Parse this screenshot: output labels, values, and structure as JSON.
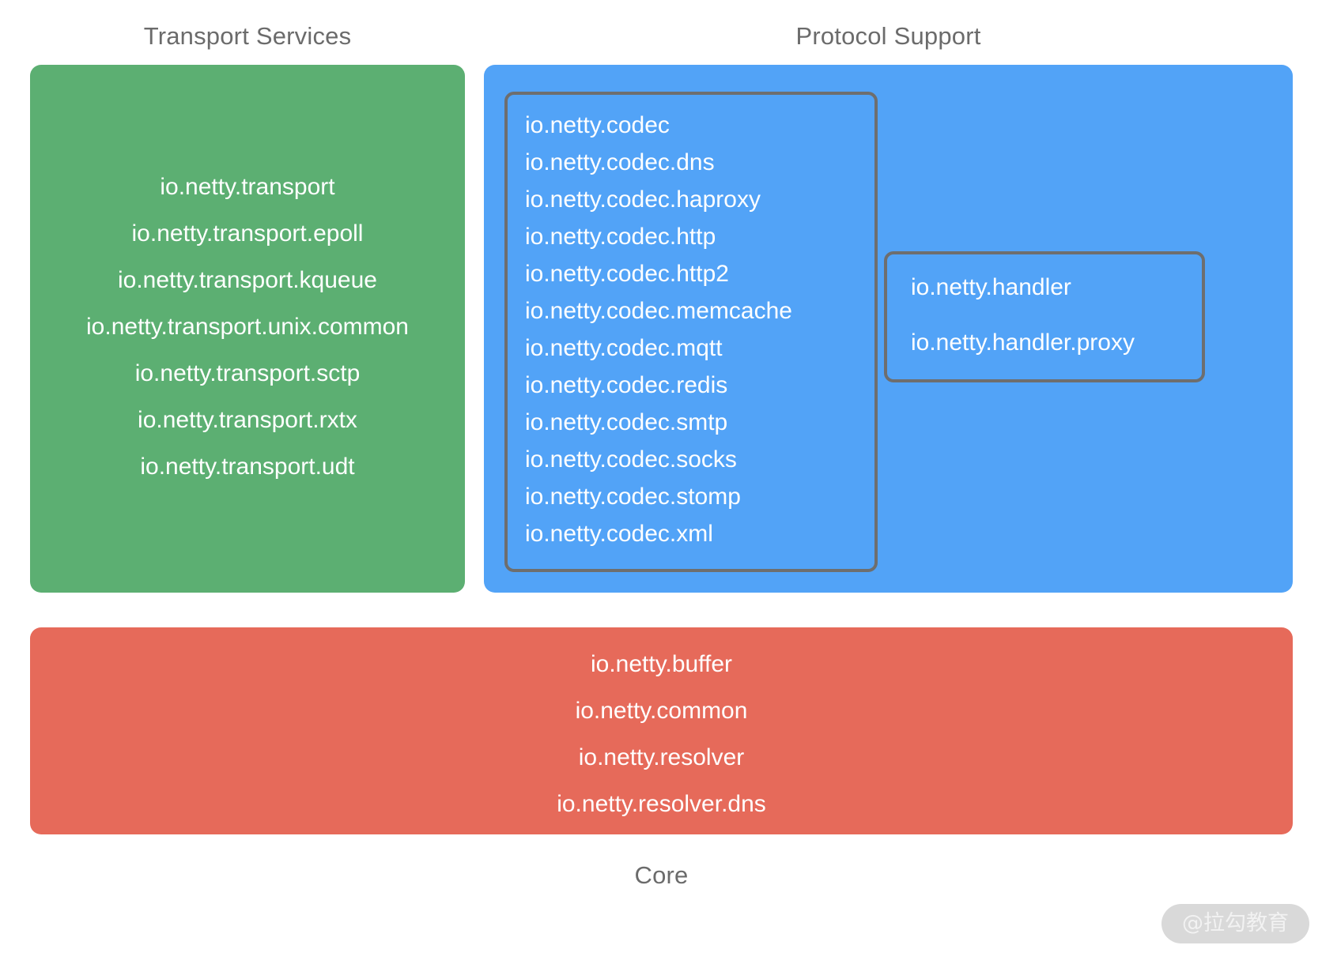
{
  "diagram": {
    "title_transport": "Transport Services",
    "title_protocol": "Protocol Support",
    "title_core": "Core"
  },
  "colors": {
    "transport_panel": "#5caf72",
    "protocol_panel": "#52a3f7",
    "core_panel": "#e66a5a",
    "subgroup_border": "#6e6e6e",
    "heading_text": "#6b6b6b",
    "package_text": "#ffffff",
    "watermark_pill": "#d9d9d9"
  },
  "transport": {
    "packages": [
      "io.netty.transport",
      "io.netty.transport.epoll",
      "io.netty.transport.kqueue",
      "io.netty.transport.unix.common",
      "io.netty.transport.sctp",
      "io.netty.transport.rxtx",
      "io.netty.transport.udt"
    ]
  },
  "codec": {
    "packages": [
      "io.netty.codec",
      "io.netty.codec.dns",
      "io.netty.codec.haproxy",
      "io.netty.codec.http",
      "io.netty.codec.http2",
      "io.netty.codec.memcache",
      "io.netty.codec.mqtt",
      "io.netty.codec.redis",
      "io.netty.codec.smtp",
      "io.netty.codec.socks",
      "io.netty.codec.stomp",
      "io.netty.codec.xml"
    ]
  },
  "handler": {
    "packages": [
      "io.netty.handler",
      "io.netty.handler.proxy"
    ]
  },
  "core": {
    "packages": [
      "io.netty.buffer",
      "io.netty.common",
      "io.netty.resolver",
      "io.netty.resolver.dns"
    ]
  },
  "watermark": {
    "text": "@拉勾教育"
  }
}
